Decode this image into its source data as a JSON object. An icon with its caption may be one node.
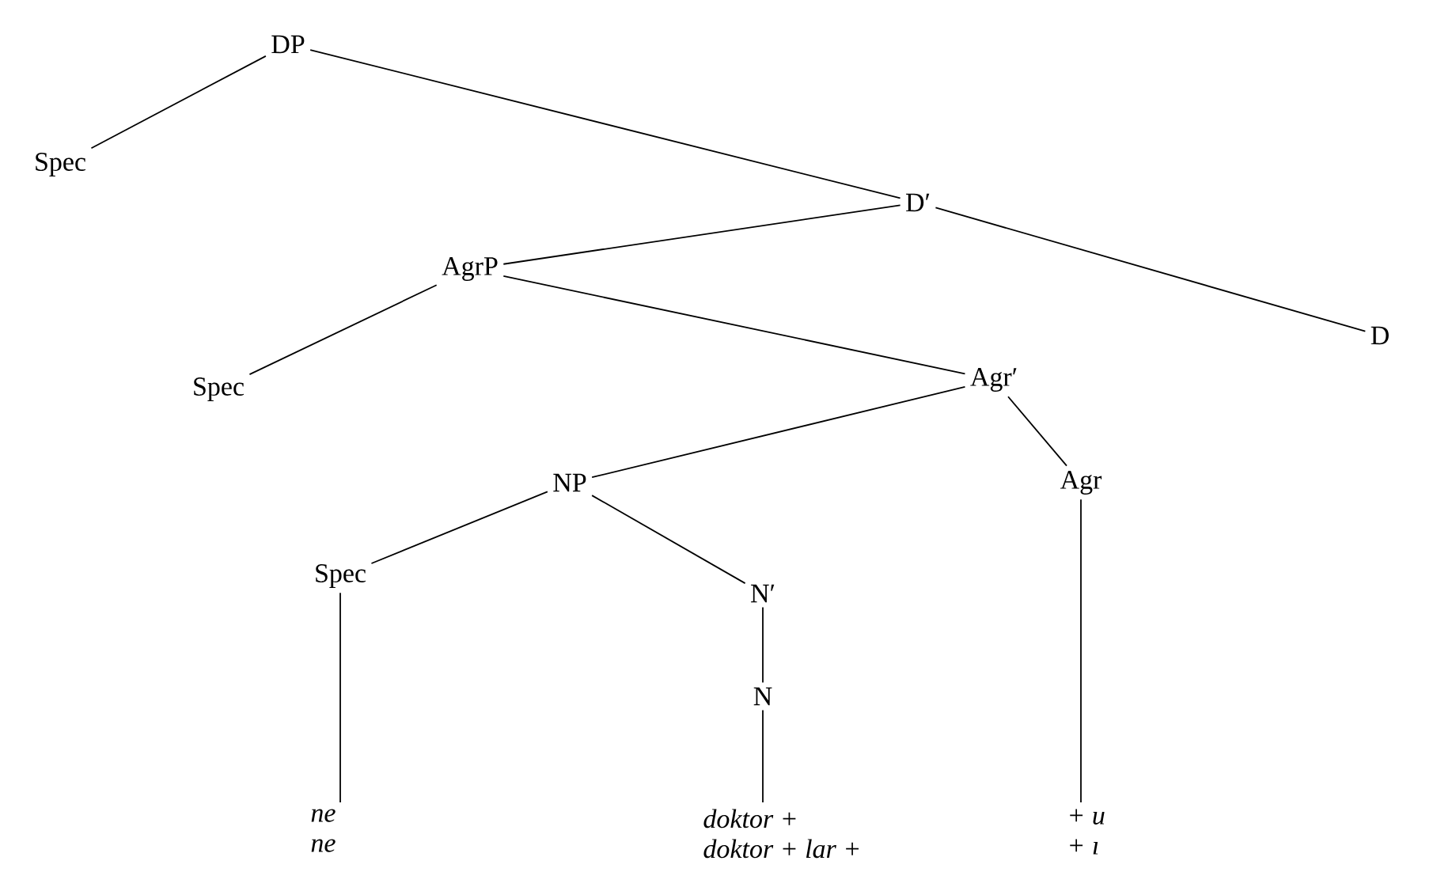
{
  "diagram": {
    "nodes": [
      {
        "text": [
          "DP"
        ]
      },
      {
        "text": [
          "Spec"
        ]
      },
      {
        "text": [
          "D′"
        ]
      },
      {
        "text": [
          "AgrP"
        ]
      },
      {
        "text": [
          "D"
        ]
      },
      {
        "text": [
          "Spec"
        ]
      },
      {
        "text": [
          "Agr′"
        ]
      },
      {
        "text": [
          "NP"
        ]
      },
      {
        "text": [
          "Agr"
        ]
      },
      {
        "text": [
          "Spec"
        ]
      },
      {
        "text": [
          "N′"
        ]
      },
      {
        "text": [
          "N"
        ]
      },
      {
        "text": [
          "ne",
          "ne"
        ]
      },
      {
        "text": [
          "doktor +",
          "doktor + lar +"
        ]
      },
      {
        "text": [
          "+ u",
          "+ ı"
        ]
      }
    ],
    "edges": [
      {
        "from": 0,
        "to": 1,
        "arrow": "none"
      },
      {
        "from": 0,
        "to": 2,
        "arrow": "none"
      },
      {
        "from": 2,
        "to": 3,
        "arrow": "none"
      },
      {
        "from": 2,
        "to": 4,
        "arrow": "none"
      },
      {
        "from": 3,
        "to": 5,
        "arrow": "none"
      },
      {
        "from": 3,
        "to": 6,
        "arrow": "none"
      },
      {
        "from": 6,
        "to": 7,
        "arrow": "none"
      },
      {
        "from": 6,
        "to": 8,
        "arrow": "none"
      },
      {
        "from": 7,
        "to": 9,
        "arrow": "none"
      },
      {
        "from": 7,
        "to": 10,
        "arrow": "none"
      },
      {
        "from": 10,
        "to": 11,
        "arrow": "none"
      },
      {
        "from": 9,
        "to": 12,
        "arrow": "none"
      },
      {
        "from": 11,
        "to": 13,
        "arrow": "none"
      },
      {
        "from": 8,
        "to": 14,
        "arrow": "none"
      }
    ]
  }
}
